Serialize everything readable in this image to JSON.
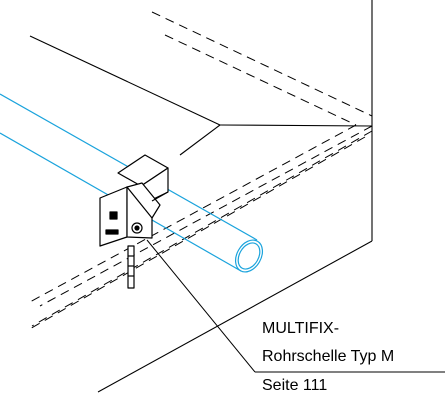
{
  "callout": {
    "line1": "MULTIFIX-",
    "line2": "Rohrschelle Typ M",
    "line3": "Seite 111"
  },
  "colors": {
    "pipe": "#1aa3dc",
    "lines": "#000000"
  }
}
